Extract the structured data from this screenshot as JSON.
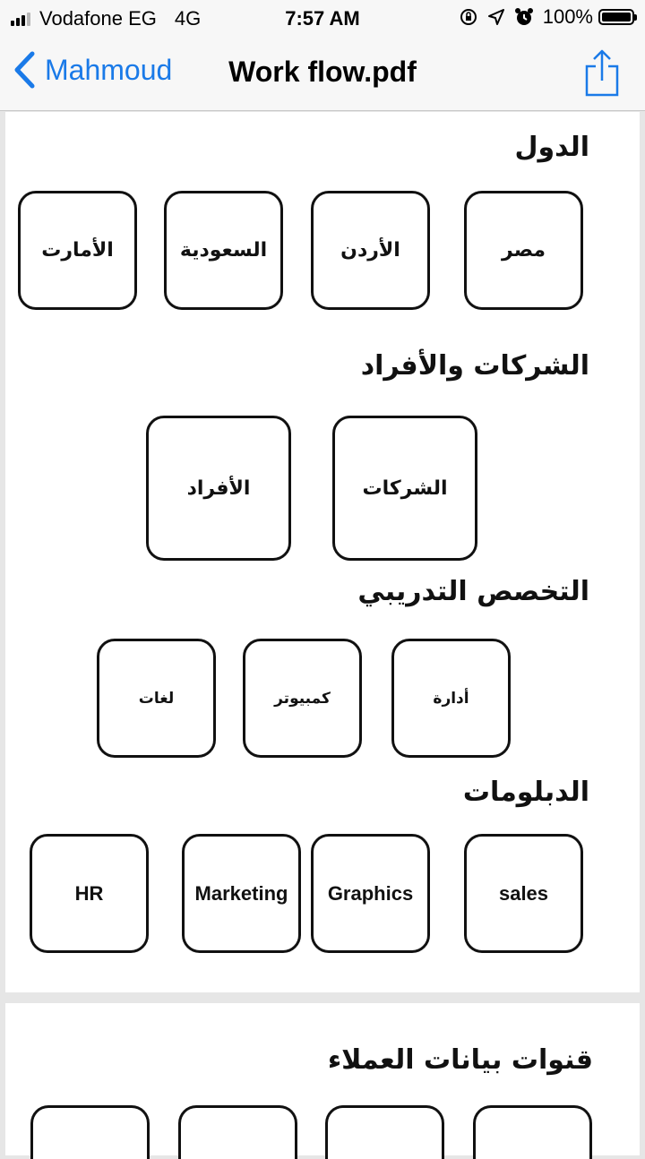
{
  "status_bar": {
    "carrier": "Vodafone EG",
    "network": "4G",
    "time": "7:57 AM",
    "battery": "100%",
    "icons": [
      "orientation-lock-icon",
      "location-icon",
      "alarm-icon"
    ]
  },
  "nav": {
    "back_label": "Mahmoud",
    "title": "Work flow.pdf",
    "accent_color": "#1a7ae8"
  },
  "sections": {
    "countries": {
      "heading": "الدول",
      "items": [
        "مصر",
        "الأردن",
        "السعودية",
        "الأمارت"
      ]
    },
    "companies": {
      "heading": "الشركات والأفراد",
      "items": [
        "الشركات",
        "الأفراد"
      ]
    },
    "specialization": {
      "heading": "التخصص التدريبي",
      "items": [
        "أدارة",
        "كمبيوتر",
        "لغات"
      ]
    },
    "diplomas": {
      "heading": "الدبلومات",
      "items": [
        "sales",
        "Graphics",
        "Marketing",
        "HR"
      ]
    },
    "customer_channels": {
      "heading": "قنوات بيانات العملاء"
    }
  }
}
